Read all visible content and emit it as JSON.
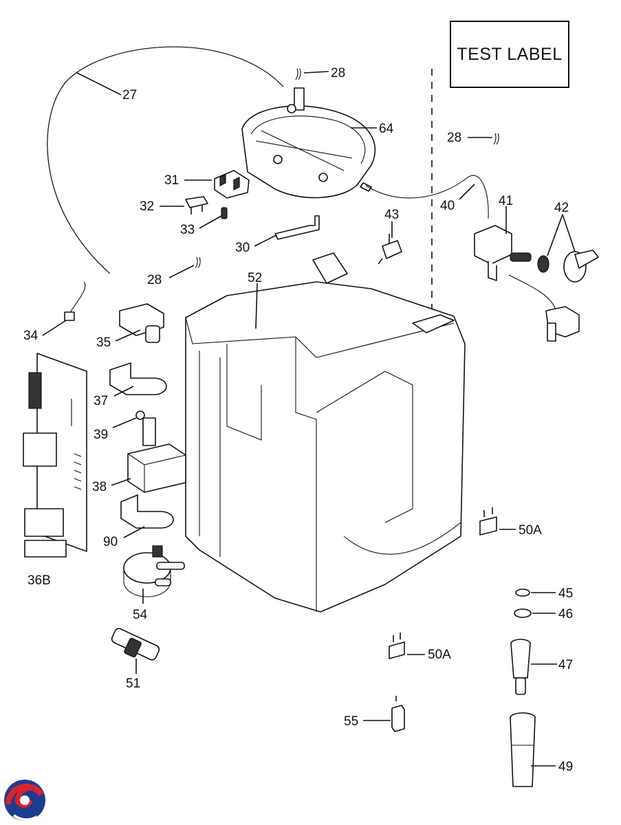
{
  "test_label": "TEST LABEL",
  "parts": {
    "p27": "27",
    "p28a": "28",
    "p28b": "28",
    "p28c": "28",
    "p64": "64",
    "p31": "31",
    "p32": "32",
    "p33": "33",
    "p30": "30",
    "p43": "43",
    "p40": "40",
    "p41": "41",
    "p42": "42",
    "p52": "52",
    "p34": "34",
    "p35": "35",
    "p37": "37",
    "p39": "39",
    "p38": "38",
    "p90": "90",
    "p36B": "36B",
    "p54": "54",
    "p51": "51",
    "p50A_a": "50A",
    "p50A_b": "50A",
    "p45": "45",
    "p46": "46",
    "p47": "47",
    "p49": "49",
    "p55": "55"
  },
  "logo": {
    "name": "brand-swirl-logo",
    "colors": [
      "#d9232e",
      "#1d3c8f"
    ]
  }
}
